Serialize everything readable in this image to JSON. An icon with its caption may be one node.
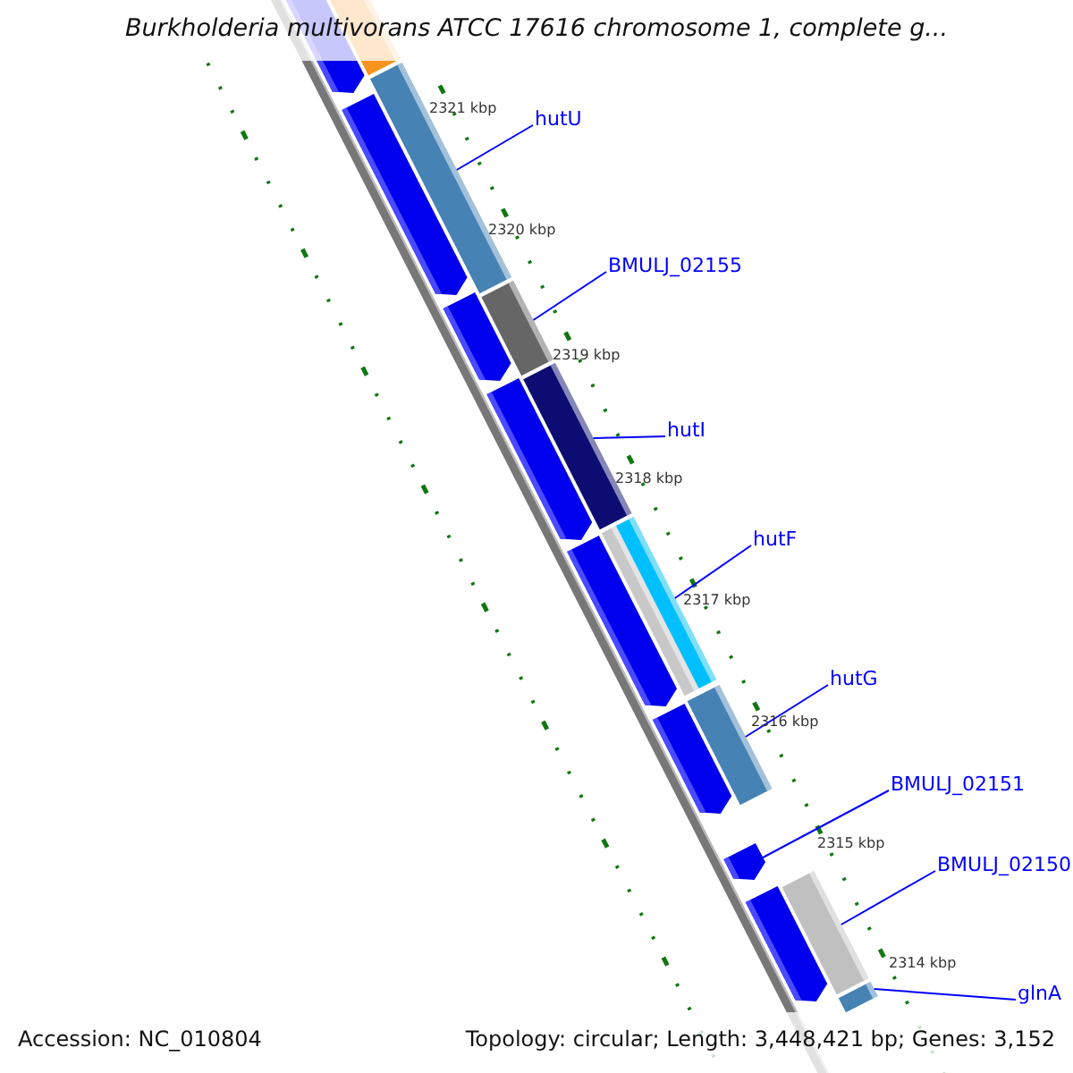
{
  "diagram": {
    "title": "Burkholderia multivorans ATCC 17616 chromosome 1, complete g...",
    "nodes": [
      {
        "text": [
          "hutU"
        ]
      },
      {
        "text": [
          "BMULJ_02155"
        ]
      },
      {
        "text": [
          "hutI"
        ]
      },
      {
        "text": [
          "hutF"
        ]
      },
      {
        "text": [
          "hutG"
        ]
      },
      {
        "text": [
          "BMULJ_02151"
        ]
      },
      {
        "text": [
          "BMULJ_02150"
        ]
      },
      {
        "text": [
          "glnA"
        ]
      },
      {
        "text": [],
        "shape": "bar"
      },
      {
        "text": [],
        "shape": "bar"
      },
      {
        "text": [],
        "shape": "bar"
      },
      {
        "text": [],
        "shape": "bar"
      },
      {
        "text": [],
        "shape": "bar"
      },
      {
        "text": [],
        "shape": "bar"
      },
      {
        "text": [],
        "shape": "bar"
      },
      {
        "text": [],
        "shape": "bar"
      }
    ],
    "edges": [
      {
        "from": 0,
        "to": 8,
        "arrow": "none"
      },
      {
        "from": 1,
        "to": 9,
        "arrow": "none"
      },
      {
        "from": 2,
        "to": 10,
        "arrow": "none"
      },
      {
        "from": 3,
        "to": 11,
        "arrow": "none"
      },
      {
        "from": 4,
        "to": 12,
        "arrow": "none"
      },
      {
        "from": 5,
        "to": 13,
        "arrow": "none"
      },
      {
        "from": 6,
        "to": 14,
        "arrow": "none"
      },
      {
        "from": 7,
        "to": 15,
        "arrow": "none"
      }
    ],
    "labels": [
      "2321 kbp",
      "2320 kbp",
      "2319 kbp",
      "2318 kbp",
      "2317 kbp",
      "2316 kbp",
      "2315 kbp",
      "2314 kbp",
      "Accession: NC_010804",
      "Topology: circular; Length: 3,448,421 bp; Genes: 3,152"
    ]
  }
}
